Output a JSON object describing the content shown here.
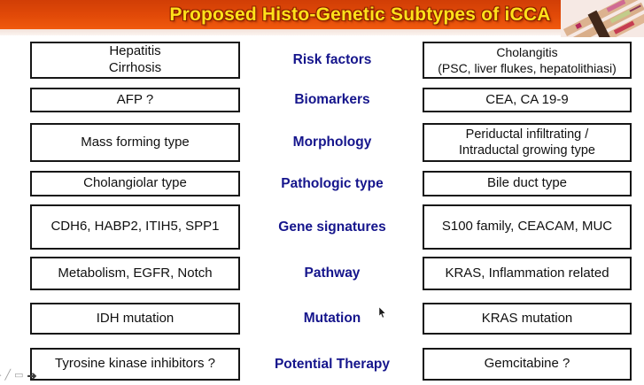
{
  "title": "Proposed Histo-Genetic Subtypes of iCCA",
  "colors": {
    "header_orange_top": "#d13e06",
    "header_orange_bottom": "#f05a0e",
    "title_yellow": "#ffe11a",
    "category_navy": "#15158c",
    "box_border": "#161616",
    "box_background": "#ffffff"
  },
  "rows": [
    {
      "left": "Hepatitis\nCirrhosis",
      "center": "Risk factors",
      "right": "Cholangitis\n(PSC, liver flukes, hepatolithiasi)"
    },
    {
      "left": "AFP ?",
      "center": "Biomarkers",
      "right": "CEA, CA 19-9"
    },
    {
      "left": "Mass forming type",
      "center": "Morphology",
      "right": "Periductal infiltrating /\nIntraductal growing type"
    },
    {
      "left": "Cholangiolar type",
      "center": "Pathologic type",
      "right": "Bile duct type"
    },
    {
      "left": "CDH6, HABP2, ITIH5, SPP1",
      "center": "Gene signatures",
      "right": "S100 family, CEACAM, MUC"
    },
    {
      "left": "Metabolism, EGFR, Notch",
      "center": "Pathway",
      "right": "KRAS, Inflammation related"
    },
    {
      "left": "IDH mutation",
      "center": "Mutation",
      "right": "KRAS mutation"
    },
    {
      "left": "Tyrosine kinase inhibitors ?",
      "center": "Potential Therapy",
      "right": "Gemcitabine ?"
    }
  ],
  "toolbar": {
    "icons": [
      {
        "name": "pointer-icon",
        "glyph": "▸"
      },
      {
        "name": "pen-icon",
        "glyph": "╱"
      },
      {
        "name": "frame-icon",
        "glyph": "▭"
      },
      {
        "name": "arrow-icon",
        "glyph": "➔"
      }
    ]
  }
}
